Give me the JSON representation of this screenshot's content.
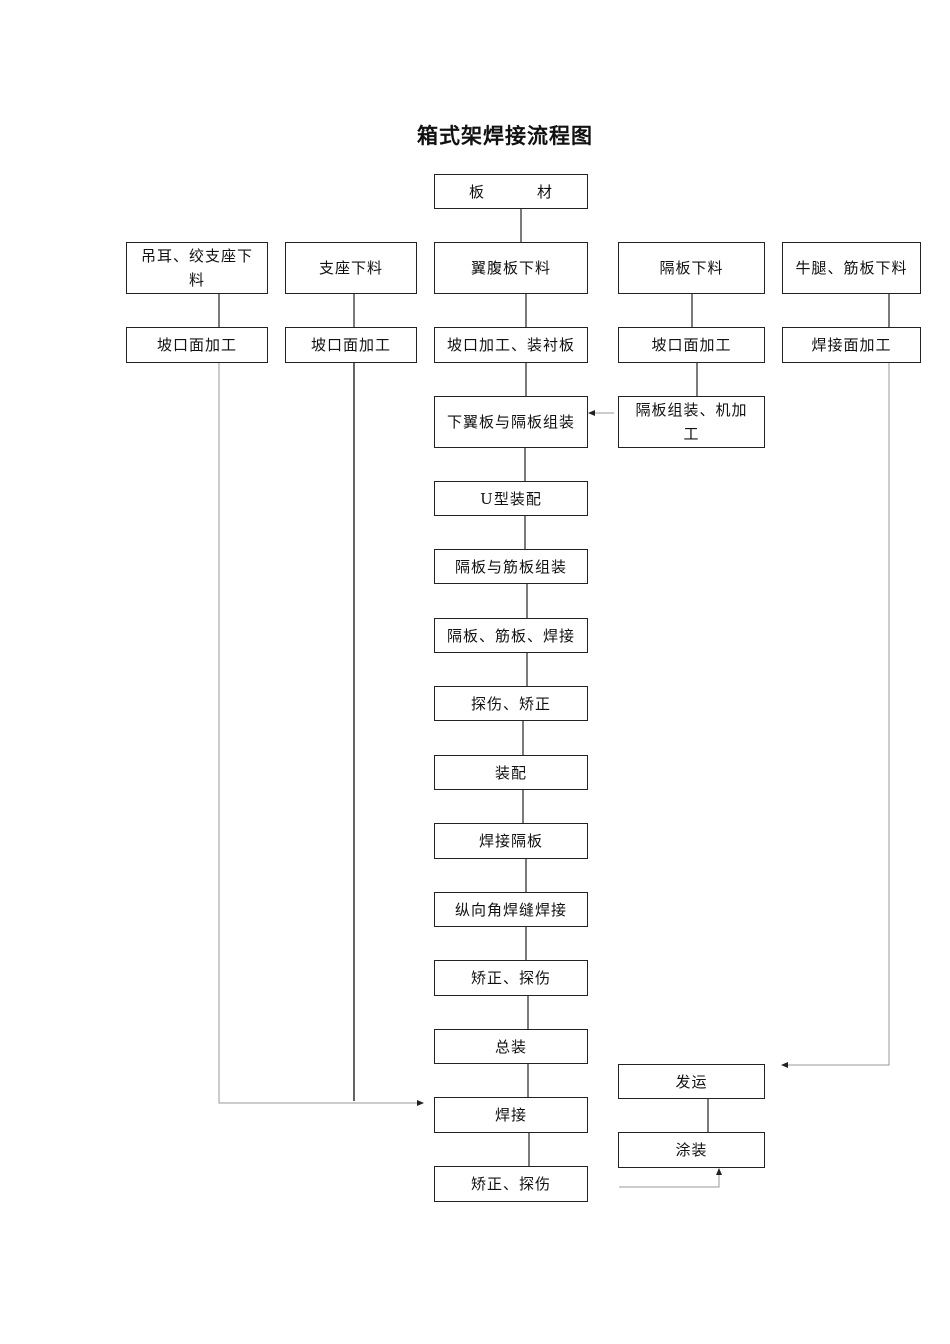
{
  "title": "箱式架焊接流程图",
  "nodes": {
    "plate": {
      "left": "板",
      "right": "材"
    },
    "lug_blank": "吊耳、绞支座下料",
    "support_blank": "支座下料",
    "flange_web_blank": "翼腹板下料",
    "diaphragm_blank": "隔板下料",
    "corbel_rib_blank": "牛腿、筋板下料",
    "lug_bevel": "坡口面加工",
    "support_bevel": "坡口面加工",
    "flange_bevel_backing": "坡口加工、装衬板",
    "diaphragm_bevel": "坡口面加工",
    "corbel_weld_face": "焊接面加工",
    "lower_flange_diaphragm": "下翼板与隔板组装",
    "diaphragm_assembly_machining": "隔板组装、机加工",
    "u_fitting": "U型装配",
    "diaphragm_rib_assembly": "隔板与筋板组装",
    "diaphragm_rib_weld": "隔板、筋板、焊接",
    "inspect_straighten_1": "探伤、矫正",
    "fitting": "装配",
    "weld_diaphragm": "焊接隔板",
    "longitudinal_fillet_weld": "纵向角焊缝焊接",
    "straighten_inspect_1": "矫正、探伤",
    "final_assembly": "总装",
    "welding": "焊接",
    "straighten_inspect_2": "矫正、探伤",
    "shipping": "发运",
    "painting": "涂装"
  }
}
